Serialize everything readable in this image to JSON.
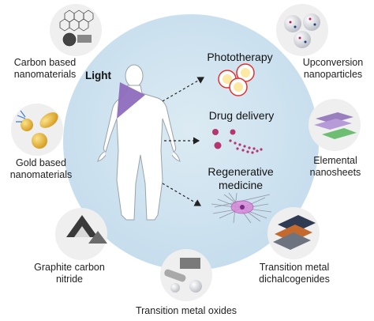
{
  "center": {
    "light_label": "Light",
    "applications": [
      {
        "name": "Phototherapy"
      },
      {
        "name": "Drug delivery"
      },
      {
        "name": "Regenerative medicine",
        "line1": "Regenerative",
        "line2": "medicine"
      }
    ]
  },
  "materials": {
    "carbon": {
      "line1": "Carbon based",
      "line2": "nanomaterials"
    },
    "gold": {
      "line1": "Gold based",
      "line2": "nanomaterials"
    },
    "graphite": {
      "line1": "Graphite carbon",
      "line2": "nitride"
    },
    "oxides": {
      "line1": "Transition metal oxides"
    },
    "dichalcogenides": {
      "line1": "Transition metal",
      "line2": "dichalcogenides"
    },
    "nanosheets": {
      "line1": "Elemental",
      "line2": "nanosheets"
    },
    "upconversion": {
      "line1": "Upconversion",
      "line2": "nanoparticles"
    }
  },
  "colors": {
    "background_circle": "#cfe3ee",
    "icon_circle": "#efefef",
    "light_beam": "#8e6bbd",
    "phototherapy_ring": "#e0322f",
    "drug_dots": "#b5356f",
    "gold": "#e2b23a"
  }
}
